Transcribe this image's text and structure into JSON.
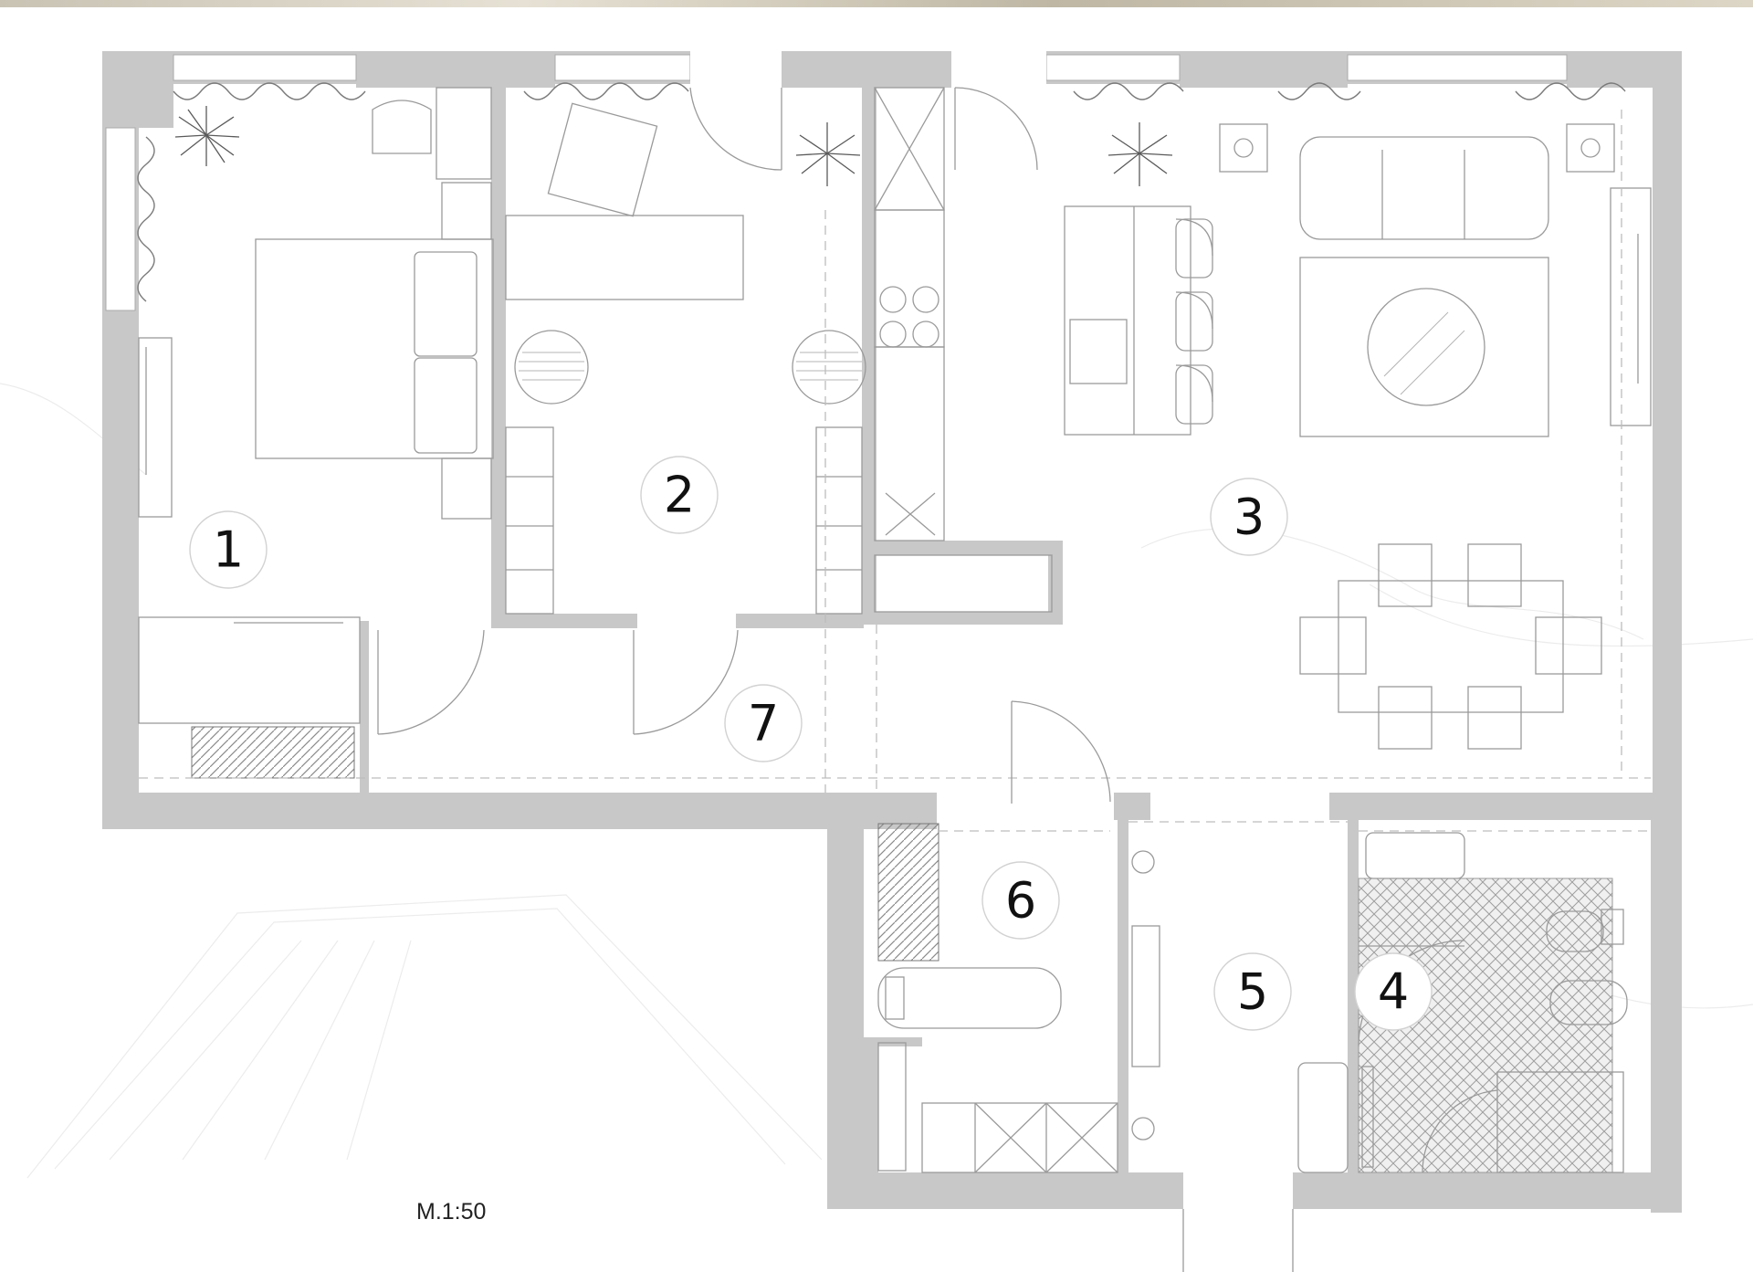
{
  "rooms": [
    {
      "id": "1",
      "label": "1"
    },
    {
      "id": "2",
      "label": "2"
    },
    {
      "id": "3",
      "label": "3"
    },
    {
      "id": "4",
      "label": "4"
    },
    {
      "id": "5",
      "label": "5"
    },
    {
      "id": "6",
      "label": "6"
    },
    {
      "id": "7",
      "label": "7"
    }
  ],
  "scale": "M.1:50",
  "colors": {
    "wall": "#c8c8c8",
    "line": "#9a9a9a",
    "background": "#ffffff",
    "text": "#111111"
  }
}
